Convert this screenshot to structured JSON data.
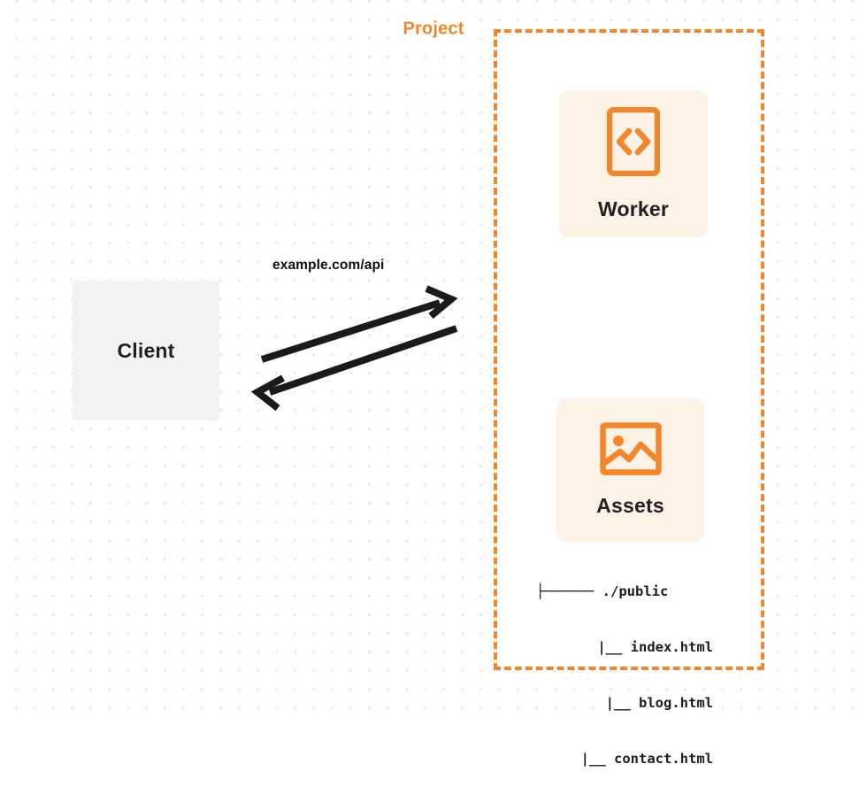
{
  "diagram": {
    "type": "architecture-flow",
    "client": {
      "label": "Client"
    },
    "connection": {
      "label": "example.com/api",
      "request_direction": "client-to-project",
      "response_direction": "project-to-client"
    },
    "project": {
      "title": "Project",
      "services": [
        {
          "name": "Worker",
          "icon": "code-brackets-icon"
        },
        {
          "name": "Assets",
          "icon": "image-icon"
        }
      ],
      "asset_tree": [
        {
          "connector": "├──────",
          "name": "./public"
        },
        {
          "connector": "|__",
          "name": "index.html"
        },
        {
          "connector": "|__",
          "name": "blog.html"
        },
        {
          "connector": "|__",
          "name": "contact.html"
        }
      ]
    },
    "colors": {
      "accent": "#F2862C",
      "card_background": "#FDF2E6",
      "client_background": "#F2F2F4",
      "text": "#231F20",
      "arrow": "#1A1A1A",
      "grid_dot": "#E9E9EC"
    }
  }
}
